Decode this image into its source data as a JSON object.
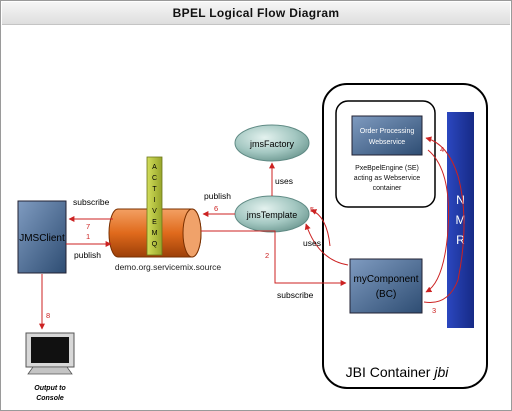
{
  "title": "BPEL Logical Flow Diagram",
  "nodes": {
    "jms_client": "JMSClient",
    "queue_letters": [
      "A",
      "C",
      "T",
      "I",
      "V",
      "E",
      "M",
      "Q"
    ],
    "queue_label": "demo.org.servicemix.source",
    "jms_factory": "jmsFactory",
    "jms_template": "jmsTemplate",
    "order_processing": [
      "Order Processing",
      "Webservice"
    ],
    "pxe_caption": [
      "PxeBpelEngine (SE)",
      "acting as Webservice",
      "container"
    ],
    "my_component": [
      "myComponent",
      "(BC)"
    ],
    "nmr_letters": [
      "N",
      "M",
      "R"
    ],
    "jbi_container": "JBI Container",
    "jbi_container_italic": "jbi",
    "output": [
      "Output to",
      "Console"
    ]
  },
  "edges": {
    "subscribe_left": "subscribe",
    "publish_left": "publish",
    "publish_mid": "publish",
    "uses_top": "uses",
    "uses_bottom": "uses",
    "subscribe_bottom": "subscribe"
  },
  "step_numbers": {
    "n1": "1",
    "n2": "2",
    "n3": "3",
    "n4": "4",
    "n5": "5",
    "n6": "6",
    "n7": "7",
    "n8": "8"
  },
  "colors": {
    "arrow": "#cc2222",
    "steel_blue": "#3c5f86",
    "nmr_blue": "#1f3aa6",
    "cylinder_orange": "#e06a1c",
    "queue_bar": "#b8c63a",
    "ellipse_teal": "#a3c7c1"
  }
}
